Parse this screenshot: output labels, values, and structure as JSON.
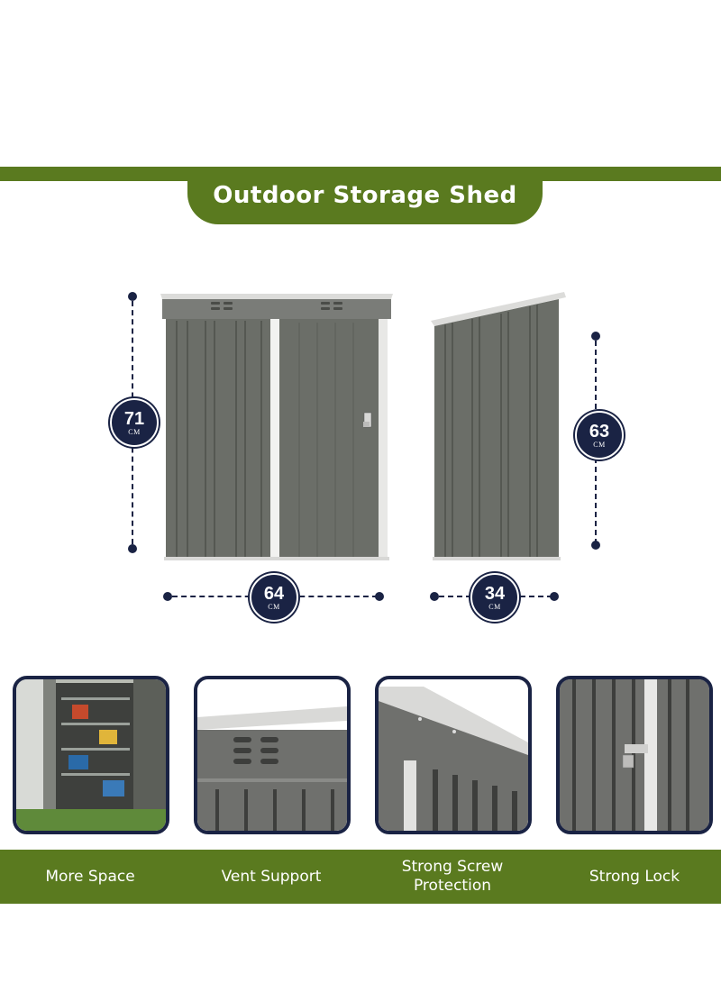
{
  "title": "Outdoor Storage Shed",
  "dimensions": {
    "height_front": {
      "value": "71",
      "unit": "CM"
    },
    "width_front": {
      "value": "64",
      "unit": "CM"
    },
    "height_side": {
      "value": "63",
      "unit": "CM"
    },
    "depth_side": {
      "value": "34",
      "unit": "CM"
    }
  },
  "features": [
    {
      "label": "More Space"
    },
    {
      "label": "Vent Support"
    },
    {
      "label": "Strong Screw Protection"
    },
    {
      "label": "Strong Lock"
    }
  ],
  "colors": {
    "brand_green": "#5a7a1f",
    "navy": "#1a2344",
    "shed_gray": "#6b6e68"
  }
}
